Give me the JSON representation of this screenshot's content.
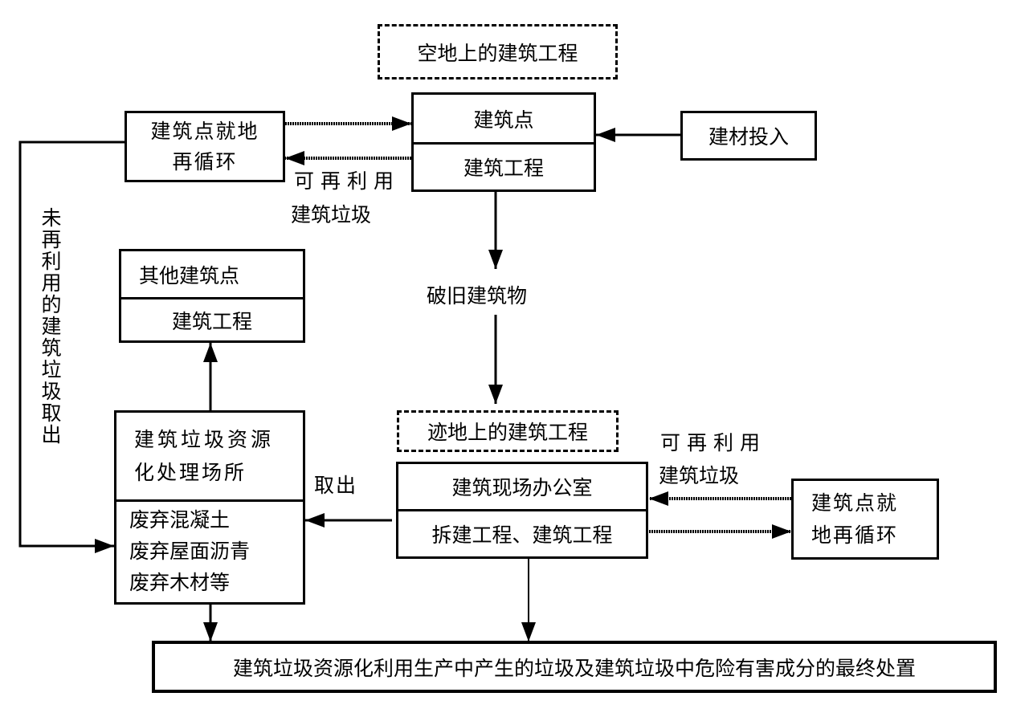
{
  "diagram": {
    "top_label": "空地上的建筑工程",
    "site_box": {
      "top": "建筑点",
      "bottom": "建筑工程"
    },
    "materials_box": "建材投入",
    "onsite_recycle_left": {
      "line1": "建筑点就地",
      "line2": "再循环"
    },
    "reusable_label_top": {
      "line1": "可再利用",
      "line2": "建筑垃圾"
    },
    "unused_label": "未再利用的建筑垃圾取出",
    "old_building": "破旧建筑物",
    "other_site_box": {
      "top": "其他建筑点",
      "bottom": "建筑工程"
    },
    "processing_box": {
      "top_line1": "建筑垃圾资源",
      "top_line2": "化处理场所",
      "items": [
        "废弃混凝土",
        "废弃屋面沥青",
        "废弃木材等"
      ]
    },
    "takeout_label": "取出",
    "ruins_label": "迹地上的建筑工程",
    "office_box": {
      "top": "建筑现场办公室",
      "bottom": "拆建工程、建筑工程"
    },
    "reusable_label_right": {
      "line1": "可再利用",
      "line2": "建筑垃圾"
    },
    "onsite_recycle_right": {
      "line1": "建筑点就",
      "line2": "地再循环"
    },
    "final_box": "建筑垃圾资源化利用生产中产生的垃圾及建筑垃圾中危险有害成分的最终处置"
  }
}
